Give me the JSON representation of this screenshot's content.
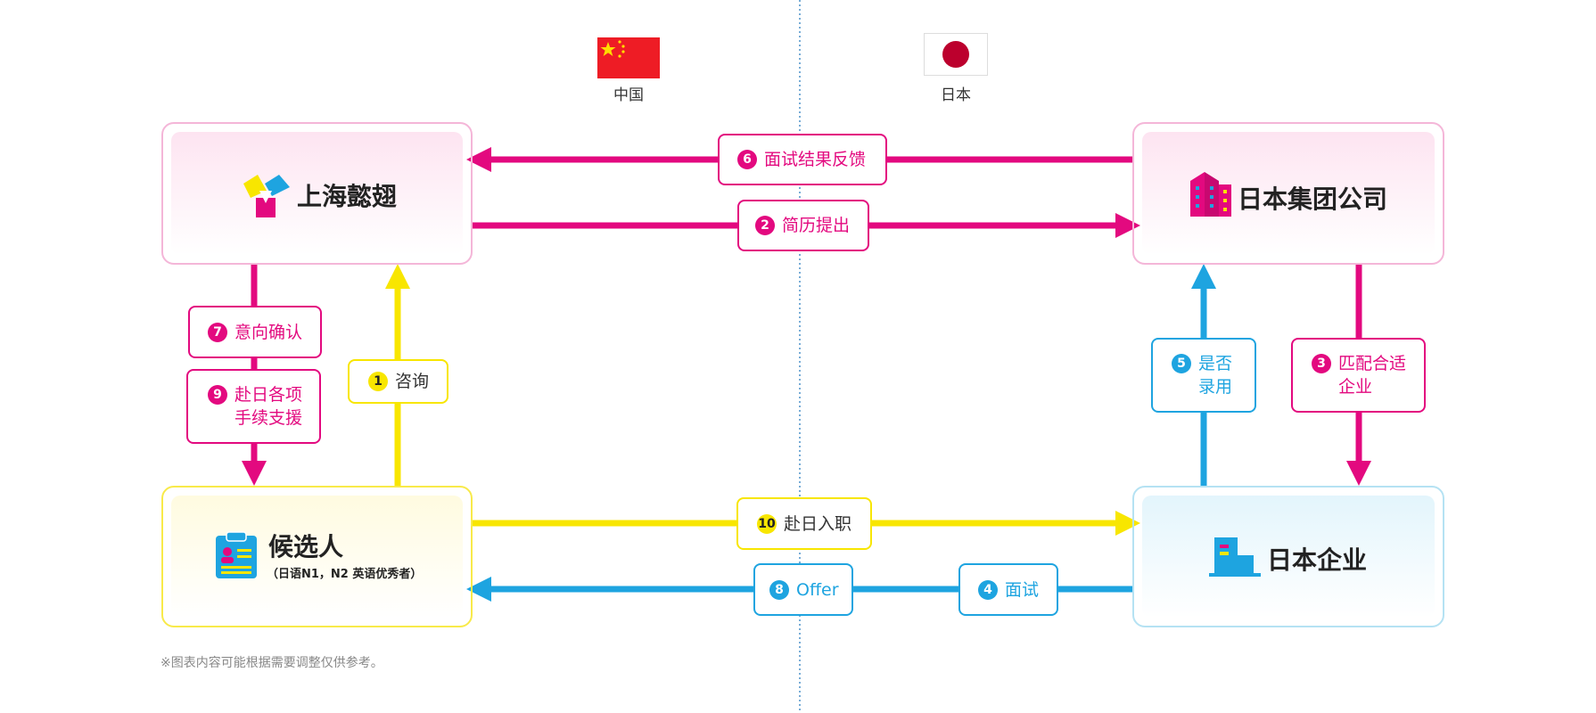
{
  "regions": {
    "china": {
      "label": "中国"
    },
    "japan": {
      "label": "日本"
    }
  },
  "nodes": {
    "shanghai": {
      "title": "上海懿翅"
    },
    "japan_group": {
      "title": "日本集团公司"
    },
    "candidate": {
      "title": "候选人",
      "subtitle": "（日语N1，N2 英语优秀者）"
    },
    "japan_company": {
      "title": "日本企业"
    }
  },
  "steps": [
    {
      "num": "1",
      "label": "咨询"
    },
    {
      "num": "2",
      "label": "简历提出"
    },
    {
      "num": "3",
      "label_line1": "匹配合适",
      "label_line2": "企业"
    },
    {
      "num": "4",
      "label": "面试"
    },
    {
      "num": "5",
      "label_line1": "是否",
      "label_line2": "录用"
    },
    {
      "num": "6",
      "label": "面试结果反馈"
    },
    {
      "num": "7",
      "label": "意向确认"
    },
    {
      "num": "8",
      "label": "Offer"
    },
    {
      "num": "9",
      "label_line1": "赴日各项",
      "label_line2": "手续支援"
    },
    {
      "num": "10",
      "label": "赴日入职"
    }
  ],
  "colors": {
    "pink": "#e3097f",
    "blue": "#1ea4e0",
    "yellow": "#f8e600",
    "china_red": "#ee1c25",
    "japan_red": "#bc002d"
  },
  "footnote": "※图表内容可能根据需要调整仅供参考。"
}
